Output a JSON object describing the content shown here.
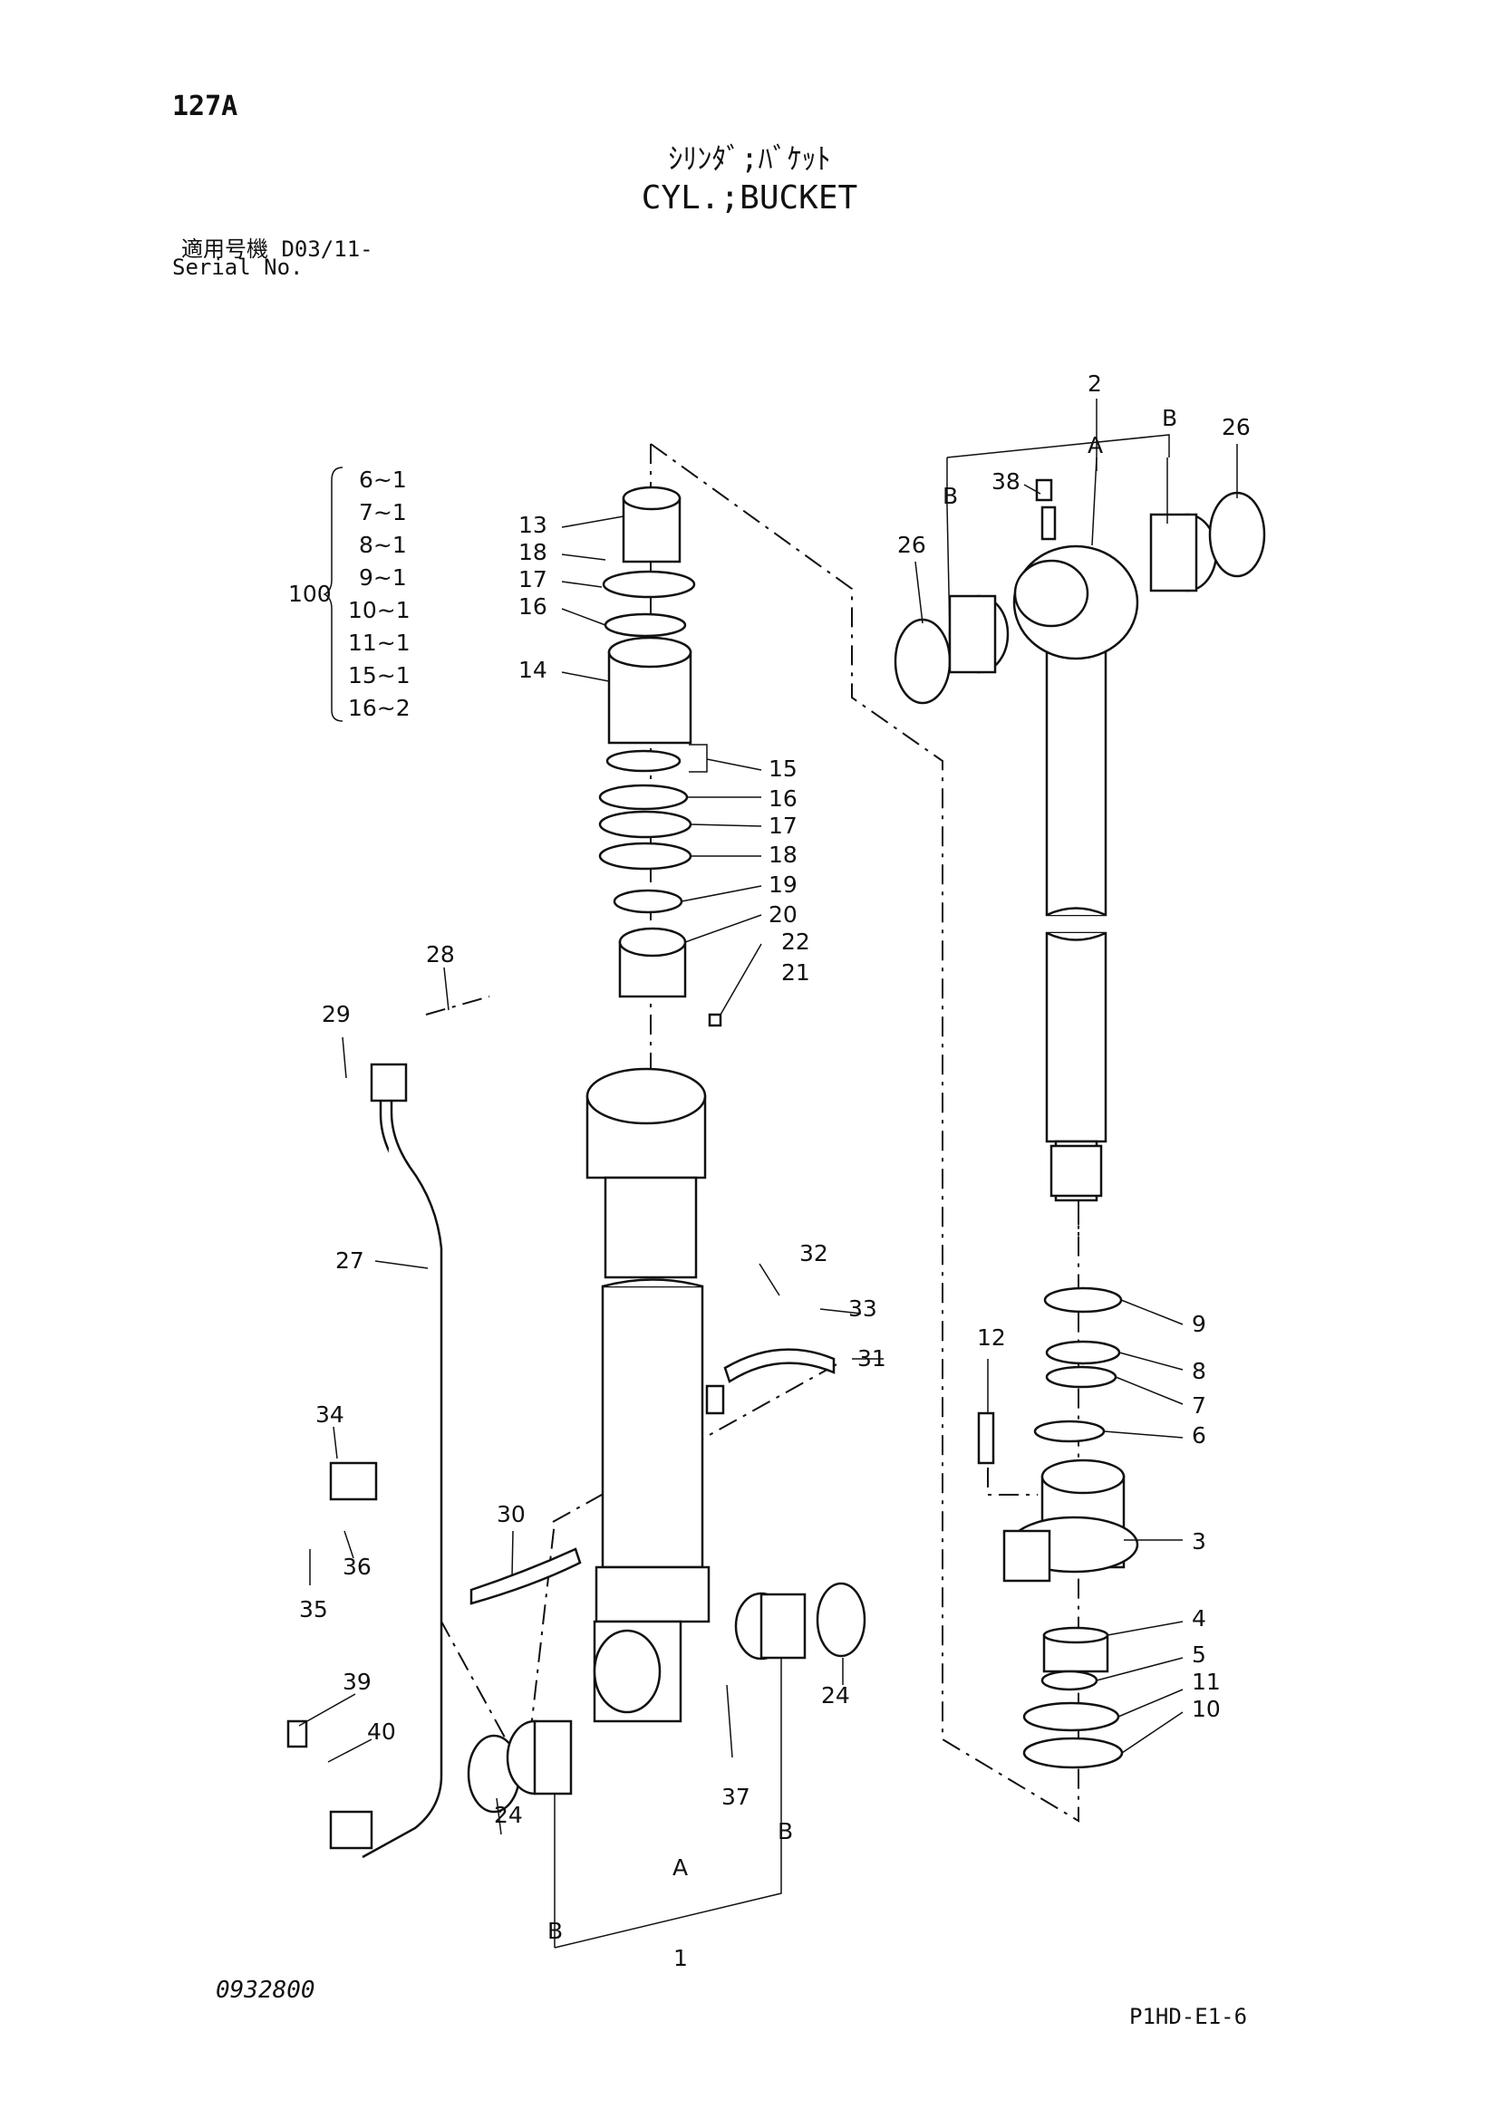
{
  "header": {
    "page_id": "127A",
    "title_jp": "ｼﾘﾝﾀﾞ;ﾊﾞｹｯﾄ",
    "title_en": "CYL.;BUCKET",
    "serial_label_jp": "適用号機  D03/11-",
    "serial_label_en": "Serial No."
  },
  "group_100": {
    "label": "100",
    "items": [
      "6~1",
      "7~1",
      "8~1",
      "9~1",
      "10~1",
      "11~1",
      "15~1",
      "16~2"
    ]
  },
  "callouts": {
    "c1": "1",
    "c2": "2",
    "c3": "3",
    "c4": "4",
    "c5": "5",
    "c6": "6",
    "c7": "7",
    "c8": "8",
    "c9": "9",
    "c10": "10",
    "c11": "11",
    "c12": "12",
    "c13": "13",
    "c14": "14",
    "c15": "15",
    "c16": "16",
    "c17": "17",
    "c18": "18",
    "c19": "19",
    "c20": "20",
    "c21": "21",
    "c22": "22",
    "c24": "24",
    "c26": "26",
    "c27": "27",
    "c28": "28",
    "c29": "29",
    "c30": "30",
    "c31": "31",
    "c32": "32",
    "c33": "33",
    "c34": "34",
    "c35": "35",
    "c36": "36",
    "c37": "37",
    "c38": "38",
    "c39": "39",
    "c40": "40",
    "A": "A",
    "B": "B"
  },
  "footer": {
    "drawing_code": "0932800",
    "sheet_code": "P1HD-E1-6"
  }
}
